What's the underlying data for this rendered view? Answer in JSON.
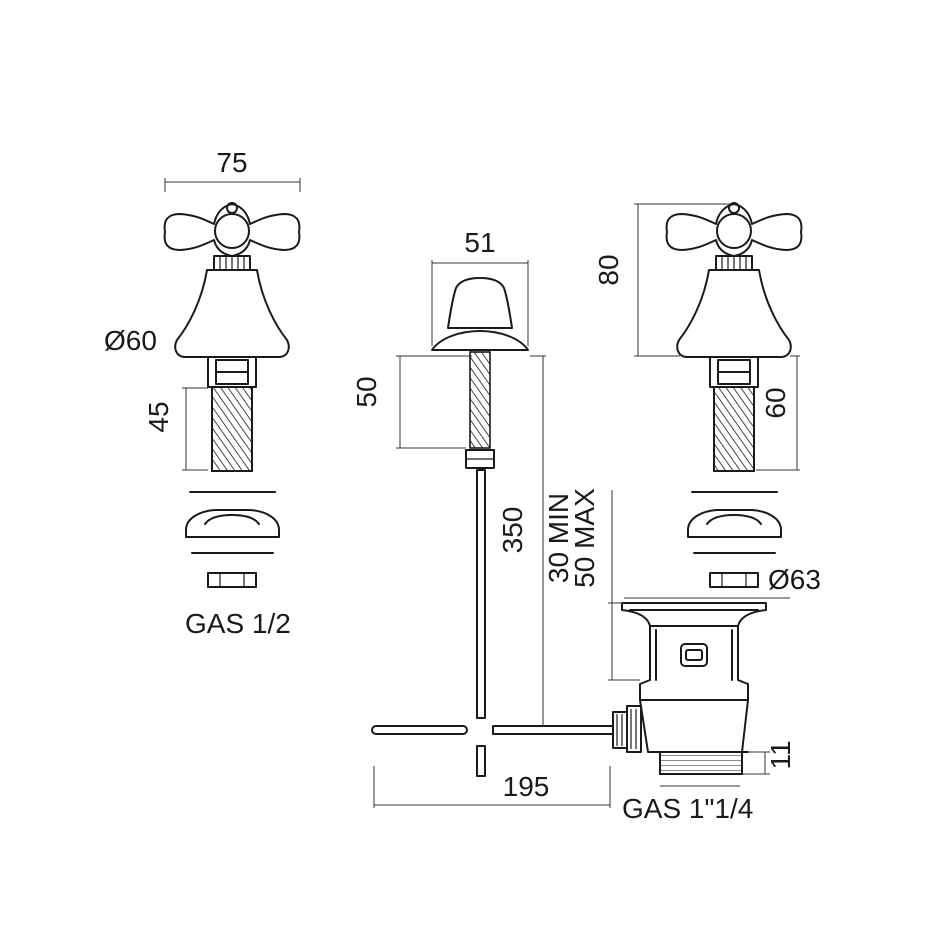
{
  "drawing": {
    "labels": {
      "left_width": "75",
      "left_diameter": "Ø60",
      "left_shank_length": "45",
      "left_thread": "GAS 1/2",
      "knob_width": "51",
      "knob_height": "50",
      "rod_length": "350",
      "waste_adjust": "30 MIN",
      "waste_adjust_max": "50 MAX",
      "spread": "195",
      "waste_thread": "GAS 1\"1/4",
      "right_height": "80",
      "right_shank_length": "60",
      "right_diameter": "Ø63",
      "thread_length": "11"
    },
    "line_color": "#1a1a1a"
  }
}
